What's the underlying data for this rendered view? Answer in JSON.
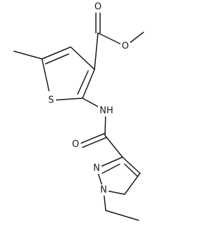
{
  "diagram": {
    "type": "chemical-structure",
    "atoms": {
      "sulfur": "S",
      "carbonyl_oxygen_ester": "O",
      "ester_oxygen": "O",
      "amide_nitrogen": "NH",
      "amide_oxygen": "O",
      "pyrazole_n2": "N",
      "pyrazole_n1": "N"
    }
  }
}
